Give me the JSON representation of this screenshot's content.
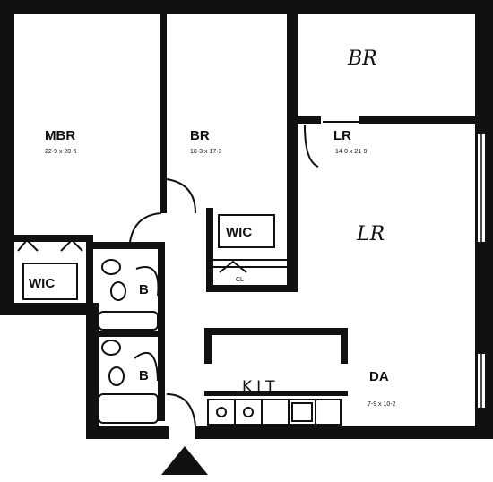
{
  "rooms": {
    "mbr": {
      "label": "MBR",
      "dims": "22-9 x 20-6"
    },
    "br_left": {
      "label": "BR",
      "dims": "10-3 x 17-3"
    },
    "br_right": {
      "label": "BR"
    },
    "lr_upper": {
      "label": "LR",
      "dims": "14-0 x 21-9"
    },
    "lr_center": {
      "label": "LR"
    },
    "wic_br": {
      "label": "WIC"
    },
    "wic_mbr": {
      "label": "WIC"
    },
    "bath_upper": {
      "label": "B"
    },
    "bath_lower": {
      "label": "B"
    },
    "kitchen": {
      "label": "KIT"
    },
    "dining": {
      "label": "DA",
      "dims": "7-9 x 10-2"
    },
    "closet": {
      "label": "CL"
    }
  }
}
